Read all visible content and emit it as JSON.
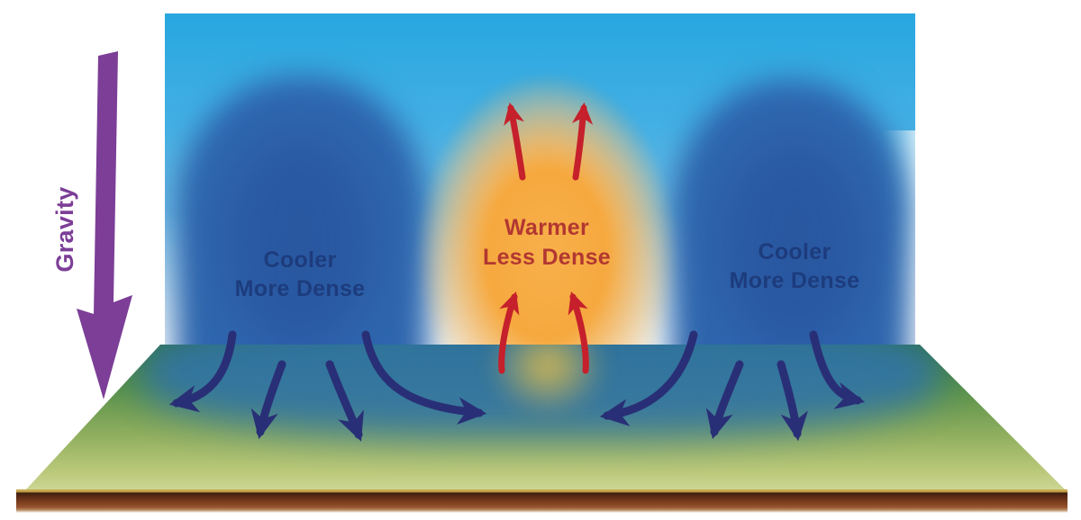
{
  "diagram": {
    "subject": "atmospheric convection: warm air rises, cooler dense air sinks and spreads along the ground",
    "labels": {
      "gravity": "Gravity",
      "cooler_left_line1": "Cooler",
      "cooler_left_line2": "More Dense",
      "warmer_line1": "Warmer",
      "warmer_line2": "Less Dense",
      "cooler_right_line1": "Cooler",
      "cooler_right_line2": "More Dense"
    },
    "arrows": {
      "gravity_arrow_direction": "down",
      "warm_updraft_arrows": "4 red arrows rising through the warm column",
      "ground_flow_arrows": "8 dark blue arrows spreading outward from the base of each cool air mass"
    },
    "colors": {
      "gravity_arrow": "#7c3e97",
      "cool_label_text": "#1d3c7d",
      "warm_label_text": "#b23731",
      "warm_arrow_red": "#c5202b",
      "ground_flow_arrow_navy": "#292f76",
      "sky_top": "#27a7e0",
      "sky_bottom": "#b6dcf2",
      "cool_air_mass_blue": "#2e66ad",
      "warm_glow_orange": "#f6a83e",
      "ground_green_back": "#33753a",
      "ground_green_front": "#ccd795",
      "soil_brown": "#7e3f20"
    }
  }
}
